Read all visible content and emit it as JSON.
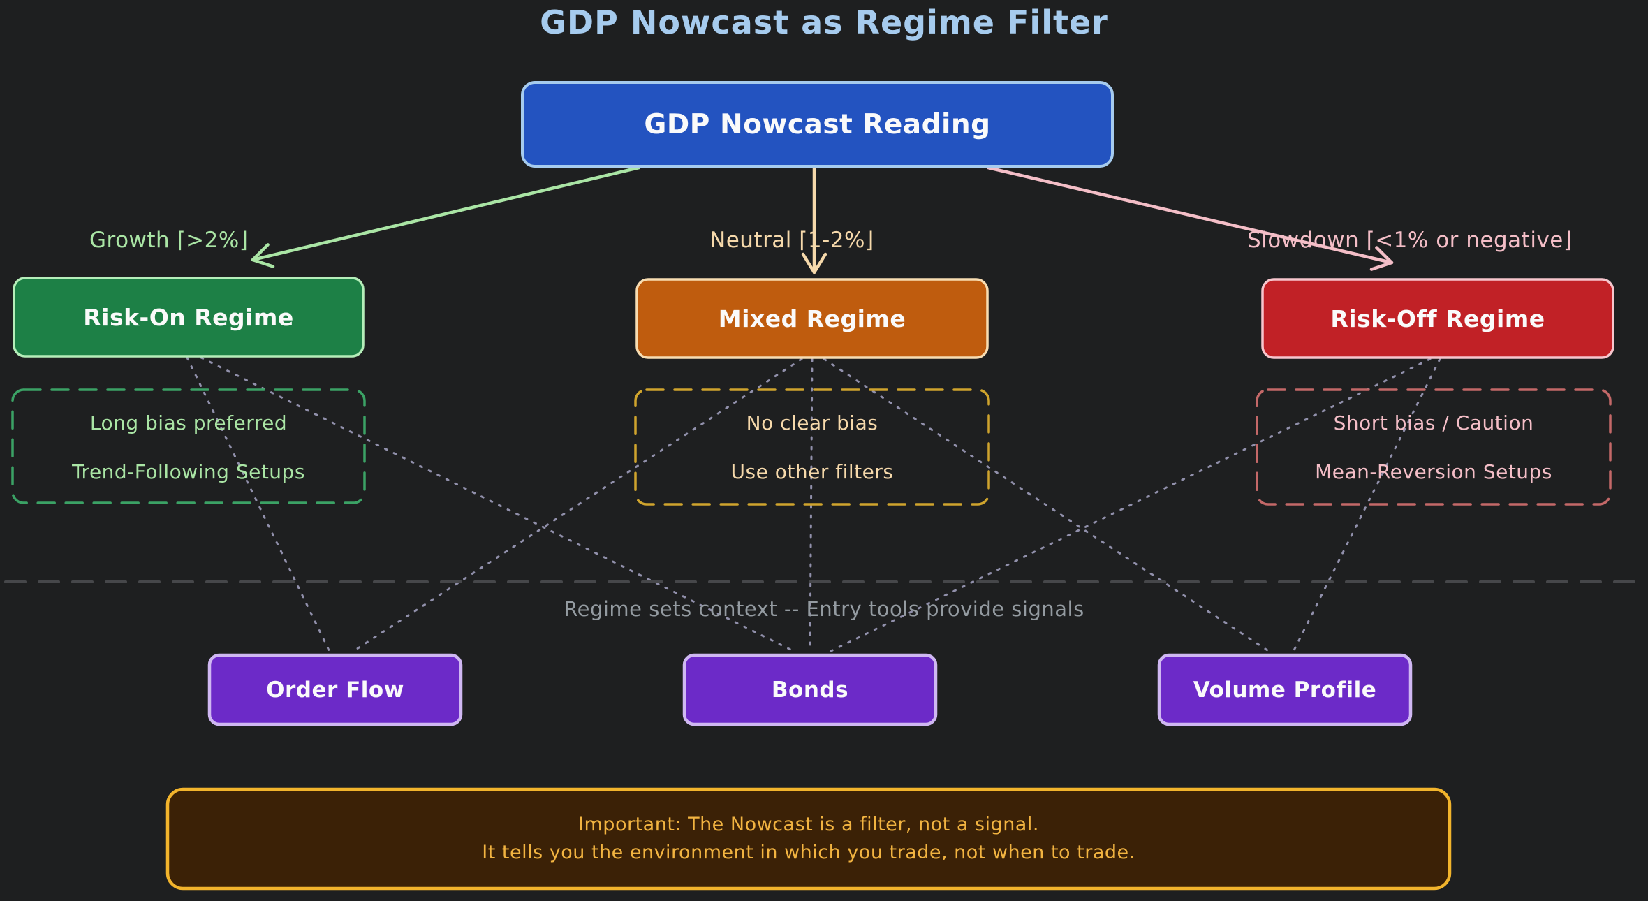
{
  "title": "GDP Nowcast as Regime Filter",
  "root_node": {
    "label": "GDP Nowcast Reading"
  },
  "branches": [
    {
      "condition_label": "Growth ⌈>2%⌋",
      "regime": "Risk-On Regime",
      "notes": [
        "Long bias preferred",
        "Trend-Following Setups"
      ]
    },
    {
      "condition_label": "Neutral ⌈1-2%⌋",
      "regime": "Mixed Regime",
      "notes": [
        "No clear bias",
        "Use other filters"
      ]
    },
    {
      "condition_label": "Slowdown ⌈<1% or negative⌋",
      "regime": "Risk-Off Regime",
      "notes": [
        "Short bias / Caution",
        "Mean-Reversion Setups"
      ]
    }
  ],
  "divider_caption": "Regime sets context -- Entry tools provide signals",
  "entry_tools": [
    {
      "label": "Order Flow"
    },
    {
      "label": "Bonds"
    },
    {
      "label": "Volume Profile"
    }
  ],
  "connections": [
    {
      "from": "Risk-On Regime",
      "to": "Order Flow"
    },
    {
      "from": "Risk-On Regime",
      "to": "Bonds"
    },
    {
      "from": "Mixed Regime",
      "to": "Order Flow"
    },
    {
      "from": "Mixed Regime",
      "to": "Bonds"
    },
    {
      "from": "Mixed Regime",
      "to": "Volume Profile"
    },
    {
      "from": "Risk-Off Regime",
      "to": "Bonds"
    },
    {
      "from": "Risk-Off Regime",
      "to": "Volume Profile"
    }
  ],
  "note": {
    "line1": "Important: The Nowcast is a filter, not a signal.",
    "line2": "It tells you the environment in which you trade, not when to trade."
  },
  "colors": {
    "bg": "#1e1f20",
    "title-text": "#a6cbee",
    "box-label": "#fafafa",
    "blue-fill": "#2353c0",
    "blue-border": "#a6cbee",
    "green-fill": "#1d8046",
    "green-border": "#b5eeb9",
    "green-text": "#aae5a5",
    "green-dash": "#3ba265",
    "orange-fill": "#bf5c0e",
    "orange-border": "#f8ddb2",
    "cream-text": "#f6d9ab",
    "gold-dash": "#cfa42d",
    "red-fill": "#c12126",
    "red-border": "#f7c6cd",
    "pink-text": "#f4bec7",
    "red-dash": "#c46868",
    "purple-fill": "#6c2ac8",
    "purple-border": "#cfb7f2",
    "connector": "#9190ab",
    "divider": "#46474a",
    "caption-text": "#949ba1",
    "note-fill": "#3b2106",
    "note-border": "#f2b42c",
    "note-text": "#f2b441"
  }
}
